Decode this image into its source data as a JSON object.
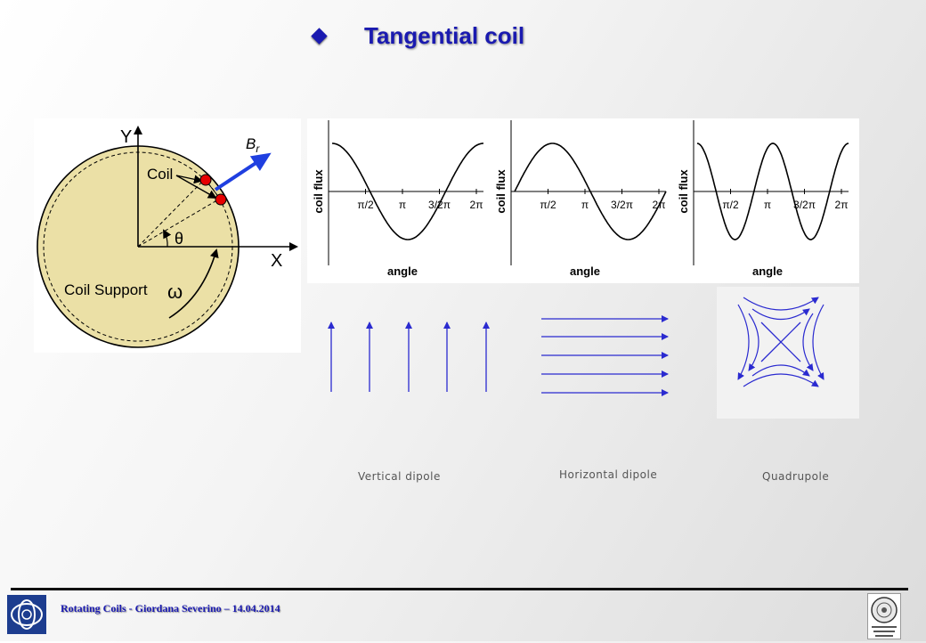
{
  "header": {
    "title": "Tangential coil",
    "bullet_icon": "diamond-bullet-icon"
  },
  "coil_diagram": {
    "y_label": "Y",
    "x_label": "X",
    "coil_label": "Coil",
    "br_label": "B",
    "br_subscript": "r",
    "theta_label": "θ",
    "omega_label": "ω",
    "support_label": "Coil Support",
    "support_color": "#ebe0a6",
    "coil_color": "#e60000",
    "arrow_color": "#1f3fe0"
  },
  "flux_plots": [
    {
      "name": "vertical-dipole",
      "ylabel": "coil flux",
      "xlabel": "angle",
      "ticks": [
        "π/2",
        "π",
        "3/2π",
        "2π"
      ],
      "cycles": 1,
      "phase": "cos"
    },
    {
      "name": "horizontal-dipole",
      "ylabel": "coil flux",
      "xlabel": "angle",
      "ticks": [
        "π/2",
        "π",
        "3/2π",
        "2π"
      ],
      "cycles": 1,
      "phase": "sin"
    },
    {
      "name": "quadrupole",
      "ylabel": "coil flux",
      "xlabel": "angle",
      "ticks": [
        "π/2",
        "π",
        "3/2π",
        "2π"
      ],
      "cycles": 2,
      "phase": "cos"
    }
  ],
  "field_captions": {
    "vertical": "Vertical dipole",
    "horizontal": "Horizontal dipole",
    "quadrupole": "Quadrupole"
  },
  "field_color": "#2a2ad0",
  "footer": {
    "text": "Rotating Coils - Giordana Severino – 14.04.2014",
    "left_logo": "cern-logo",
    "right_logo": "university-of-salerno-logo"
  }
}
